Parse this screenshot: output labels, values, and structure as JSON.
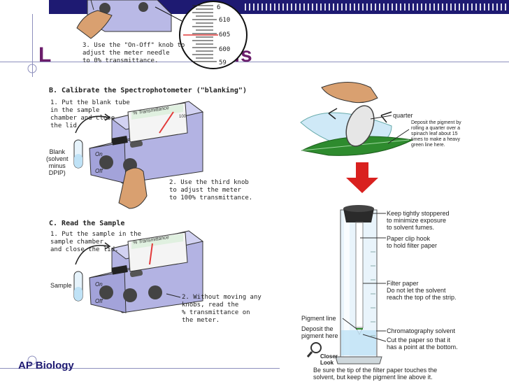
{
  "slide": {
    "title_left": "L",
    "title_right": "nesis",
    "footer": "AP Biology"
  },
  "top_caption": "3. Use the \"On-Off\" knob to\n adjust the meter needle\n to 0% transmittance.",
  "scale_labels": [
    "610",
    "605",
    "600",
    "59"
  ],
  "scale_top": "6",
  "section_b": {
    "heading": "B. Calibrate the Spectrophotometer (\"blanking\")",
    "step1": "1. Put the blank tube\n  in the sample\n  chamber and close\n  the lid.",
    "blank_label": "Blank\n(solvent\nminus\nDPIP)",
    "step2": "2. Use the third knob\n  to adjust the meter\n  to 100% transmittance.",
    "meter_label": "% Transmittance",
    "meter_max": "100",
    "on": "On",
    "off": "Off"
  },
  "section_c": {
    "heading": "C. Read the Sample",
    "step1": "1. Put the sample in the\n  sample chamber\n  and close the lid.",
    "sample_label": "Sample",
    "step2": "2. Without moving any\n  knobs, read the\n  % transmittance on\n  the meter.",
    "meter_label": "% Transmittance",
    "on": "On",
    "off": "Off"
  },
  "right": {
    "quarter": "quarter",
    "deposit_text": "Deposit the pigment by\nrolling a quarter over a\nspinach leaf about 15\ntimes to make a heavy\ngreen line here.",
    "stopper": "Keep tightly stoppered\nto minimize exposure\nto solvent fumes.",
    "clip": "Paper clip hook\nto hold filter paper",
    "filter": "Filter paper\nDo not let the solvent\nreach the top of the strip.",
    "pigment_line": "Pigment line",
    "deposit_here": "Deposit the\npigment here",
    "solvent": "Chromatography solvent",
    "cut": "Cut the paper so that it\nhas a point at the bottom.",
    "closer_look": "Closer\nLook",
    "bottom": "Be sure the tip of the filter paper touches the\nsolvent, but keep the pigment line above it."
  }
}
